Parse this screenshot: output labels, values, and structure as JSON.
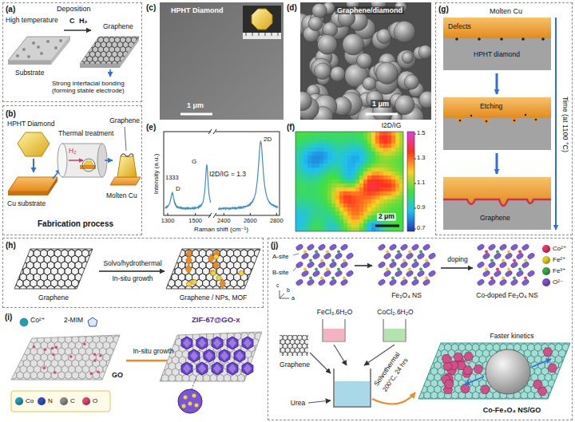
{
  "diagram": {
    "nodes": [
      {
        "text": [
          "(a)",
          "Deposition",
          "High temperature",
          "C",
          "H₂",
          "Graphene",
          "Substrate",
          "Strong interfacial bonding (forming stable electrode)"
        ]
      },
      {
        "text": [
          "(b)",
          "HPHT Diamond",
          "Thermal treatment",
          "H₂",
          "Graphene",
          "Cu substrate",
          "Molten Cu",
          "Fabrication process"
        ]
      },
      {
        "text": [
          "(g)",
          "Molten Cu",
          "Defects",
          "HPHT diamond",
          "Etching",
          "Graphene",
          "Time (at 1100 °C)"
        ]
      },
      {
        "text": [
          "(h)",
          "Solvo/hydrothermal",
          "In-situ growth",
          "Graphene",
          "Graphene / NPs, MOF"
        ]
      },
      {
        "text": [
          "(j)",
          "A-site",
          "B-site",
          "Fe₃O₄ NS",
          "doping",
          "Co-doped Fe₃O₄ NS",
          "FeCl₃.6H₂O",
          "CoCl₂.6H₂O",
          "Graphene",
          "Urea",
          "Solvothermal",
          "200°C, 24 hrs",
          "Faster kinetics",
          "Co-Fe₃O₄ NS/GO",
          "a",
          "b",
          "c"
        ]
      }
    ],
    "labels": [
      "(c)",
      "HPHT Diamond",
      "1 μm",
      "(d)",
      "Graphene/diamond",
      "1 μm",
      "(e)",
      "Intensity (a.u.)",
      "1333",
      "D",
      "G",
      "2D",
      "I2D/IG = 1.3",
      "1300",
      "1500",
      "2400",
      "2600",
      "2800",
      "Raman shift (cm⁻¹)",
      "(f)",
      "I2D/IG",
      "1.5",
      "1.3",
      "1.1",
      "0.9",
      "0.7",
      "2 μm",
      "(i)",
      "Co²⁺",
      "2-MIM",
      "GO",
      "In-situ growth",
      "ZIF-67@GO-x"
    ],
    "legend": [
      {
        "text": "Co",
        "color": "#1f9fb4"
      },
      {
        "text": "N",
        "color": "#3450c8"
      },
      {
        "text": "C",
        "color": "#8c8c8c"
      },
      {
        "text": "O",
        "color": "#e2456e"
      },
      {
        "text": "Co²⁺",
        "color": "#e8326a"
      },
      {
        "text": "Fe²⁺",
        "color": "#e6cc22"
      },
      {
        "text": "Fe³⁺",
        "color": "#3aa84a"
      },
      {
        "text": "O²⁻",
        "color": "#7b4fd0"
      }
    ]
  }
}
